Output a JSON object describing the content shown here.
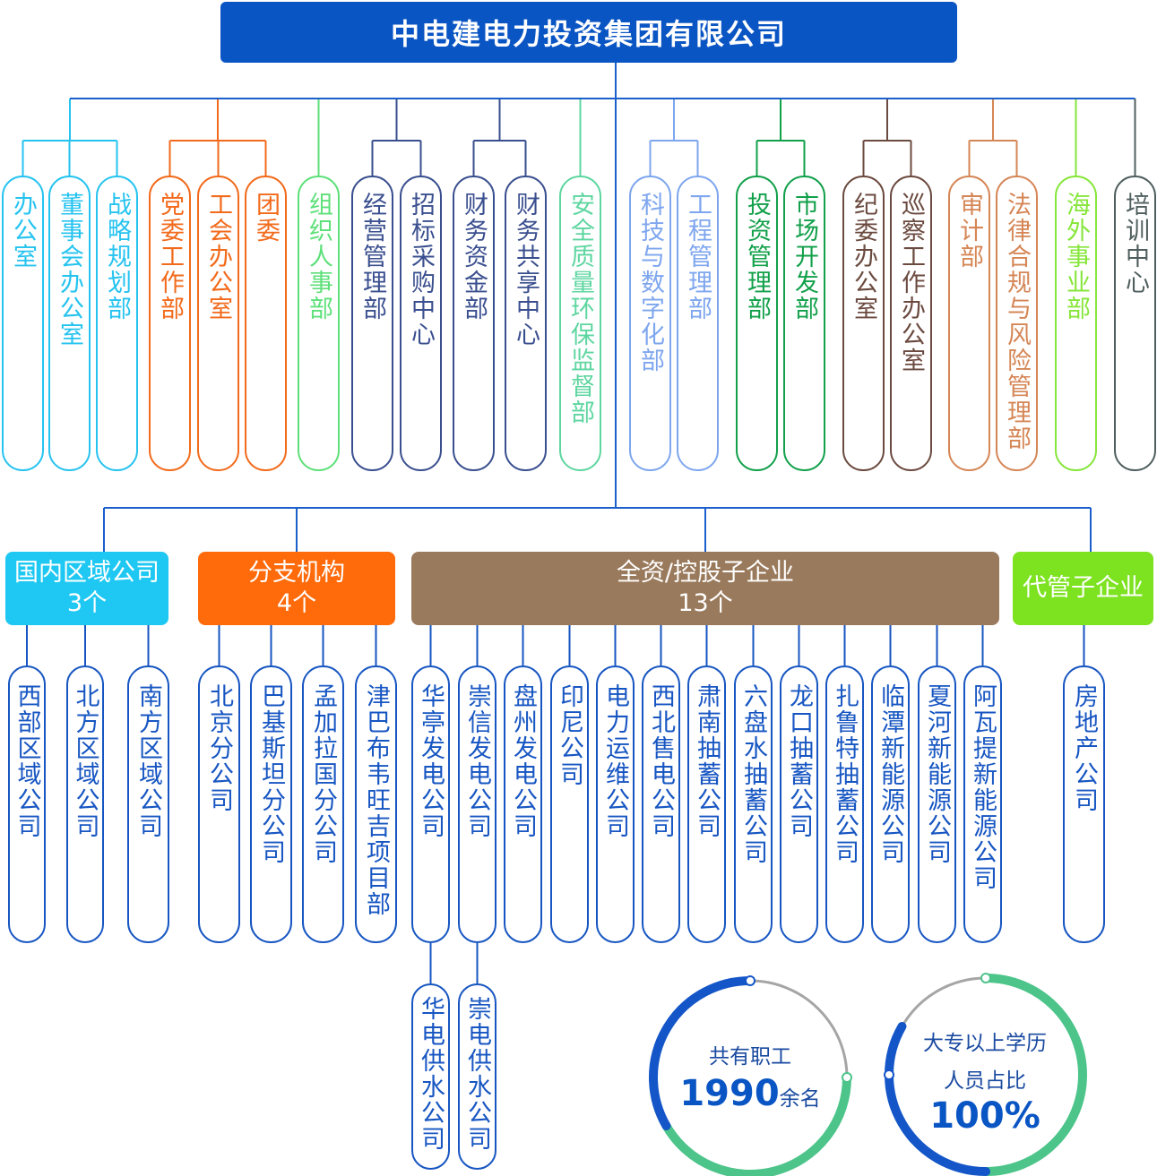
{
  "company": "中电建电力投资集团有限公司",
  "departments": [
    {
      "name": "办公室",
      "color": "#26c3f0"
    },
    {
      "name": "董事会办公室",
      "color": "#26c3f0"
    },
    {
      "name": "战略规划部",
      "color": "#26c3f0"
    },
    {
      "name": "党委工作部",
      "color": "#f26a1b"
    },
    {
      "name": "工会办公室",
      "color": "#f26a1b"
    },
    {
      "name": "团委",
      "color": "#f26a1b"
    },
    {
      "name": "组织人事部",
      "color": "#5ee07a"
    },
    {
      "name": "经营管理部",
      "color": "#3a4f8f"
    },
    {
      "name": "招标采购中心",
      "color": "#3a4f8f"
    },
    {
      "name": "财务资金部",
      "color": "#3a4f8f"
    },
    {
      "name": "财务共享中心",
      "color": "#3a4f8f"
    },
    {
      "name": "安全质量环保监督部",
      "color": "#5ed6a0"
    },
    {
      "name": "科技与数字化部",
      "color": "#7ea6ee"
    },
    {
      "name": "工程管理部",
      "color": "#7ea6ee"
    },
    {
      "name": "投资管理部",
      "color": "#12a04a"
    },
    {
      "name": "市场开发部",
      "color": "#12a04a"
    },
    {
      "name": "纪委办公室",
      "color": "#6b4a3f"
    },
    {
      "name": "巡察工作办公室",
      "color": "#6b4a3f"
    },
    {
      "name": "审计部",
      "color": "#d58656"
    },
    {
      "name": "法律合规与风险管理部",
      "color": "#d58656"
    },
    {
      "name": "海外事业部",
      "color": "#86e63a"
    },
    {
      "name": "培训中心",
      "color": "#4f5e5e"
    }
  ],
  "categories": [
    {
      "line1": "国内区域公司",
      "line2": "3个",
      "color": "#1fc8f2"
    },
    {
      "line1": "分支机构",
      "line2": "4个",
      "color": "#ff6a0a"
    },
    {
      "line1": "全资/控股子企业",
      "line2": "13个",
      "color": "#9a7a5c"
    },
    {
      "line1": "代管子企业",
      "line2": "",
      "color": "#7de21f"
    }
  ],
  "subsidiaries": [
    "西部区域公司",
    "北方区域公司",
    "南方区域公司",
    "北京分公司",
    "巴基斯坦分公司",
    "孟加拉国分公司",
    "津巴布韦旺吉项目部",
    "华亭发电公司",
    "崇信发电公司",
    "盘州发电公司",
    "印尼公司",
    "电力运维公司",
    "西北售电公司",
    "肃南抽蓄公司",
    "六盘水抽蓄公司",
    "龙口抽蓄公司",
    "扎鲁特抽蓄公司",
    "临潭新能源公司",
    "夏河新能源公司",
    "阿瓦提新能源公司",
    "房地产公司"
  ],
  "water_units": [
    "华电供水公司",
    "崇电供水公司"
  ],
  "stats": [
    {
      "label": "共有职工",
      "value": "1990",
      "suffix": "余名"
    },
    {
      "label": "大专以上学历",
      "label2": "人员占比",
      "value": "100%",
      "suffix": ""
    }
  ],
  "colors": {
    "accent": "#0a55c4",
    "subsidiary_border": "#1756c2",
    "line_blue": "#1a5fcc",
    "ring_green": "#4cc48a",
    "ring_blue": "#1456c8",
    "ring_gray": "#a5a5a5"
  }
}
